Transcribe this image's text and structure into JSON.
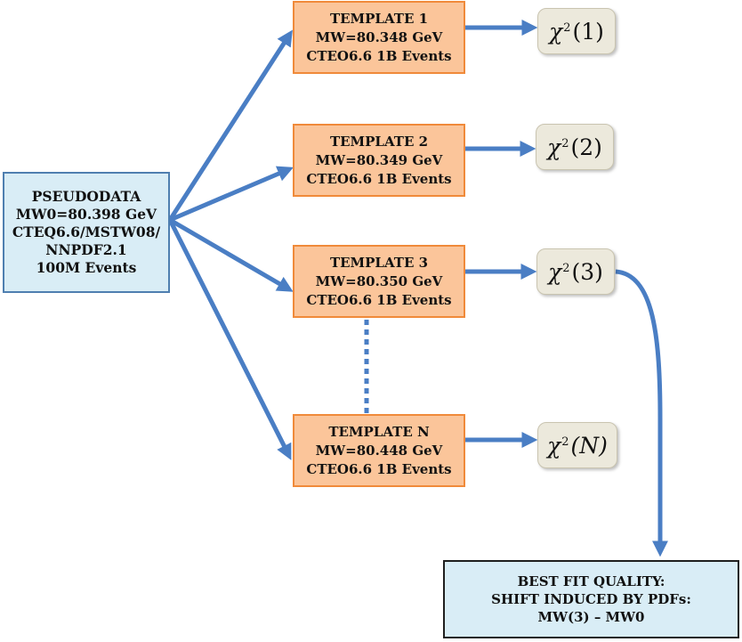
{
  "pseudodata": {
    "lines": [
      "PSEUDODATA",
      "MW0=80.398 GeV",
      "CTEQ6.6/MSTW08/",
      "NNPDF2.1",
      "100M Events"
    ]
  },
  "templates": [
    {
      "title": "TEMPLATE 1",
      "mass": "MW=80.348 GeV",
      "events": "CTEO6.6 1B Events"
    },
    {
      "title": "TEMPLATE 2",
      "mass": "MW=80.349 GeV",
      "events": "CTEO6.6 1B Events"
    },
    {
      "title": "TEMPLATE 3",
      "mass": "MW=80.350 GeV",
      "events": "CTEO6.6 1B Events"
    },
    {
      "title": "TEMPLATE N",
      "mass": "MW=80.448 GeV",
      "events": "CTEO6.6 1B Events"
    }
  ],
  "chi_squared": [
    {
      "symbol": "χ",
      "exponent": "2",
      "argument": "(1)"
    },
    {
      "symbol": "χ",
      "exponent": "2",
      "argument": "(2)"
    },
    {
      "symbol": "χ",
      "exponent": "2",
      "argument": "(3)"
    },
    {
      "symbol": "χ",
      "exponent": "2",
      "argument": "(N)"
    }
  ],
  "best_fit": {
    "lines": [
      "BEST FIT QUALITY:",
      "SHIFT INDUCED BY PDFs:",
      "MW(3) – MW0"
    ]
  },
  "colors": {
    "arrow": "#4a7ec4",
    "template_fill": "#fbc59a",
    "template_border": "#f08a3a",
    "pseudodata_fill": "#d9edf6",
    "chi_fill": "#ece9dc"
  }
}
